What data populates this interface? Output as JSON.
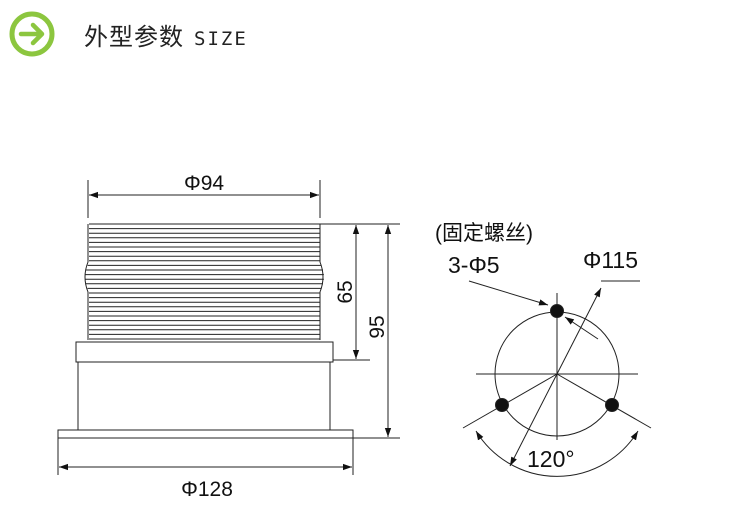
{
  "header": {
    "title_cn": "外型参数",
    "title_en": "SIZE",
    "icon": "arrow-right-circle-icon",
    "accent": "#8cc63f"
  },
  "side_view": {
    "top_diameter": "Φ94",
    "bottom_diameter": "Φ128",
    "lens_height": "65",
    "total_height": "95"
  },
  "mount_view": {
    "note": "(固定螺丝)",
    "holes": "3-Φ5",
    "pitch_diameter": "Φ115",
    "angle": "120°"
  }
}
